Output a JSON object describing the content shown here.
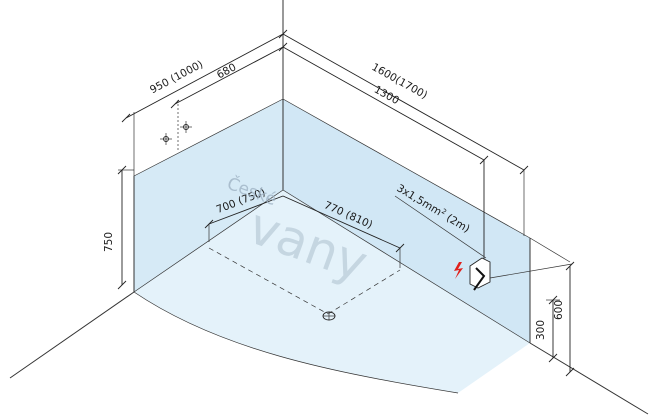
{
  "dimensions": {
    "left_wall_total": "950 (1000)",
    "left_wall_inner": "680",
    "right_wall_total": "1600(1700)",
    "right_wall_inner": "1300",
    "tub_left_edge": "700 (750)",
    "tub_right_edge": "770 (810)",
    "wall_height": "750",
    "socket_height_low": "300",
    "socket_height_high": "600",
    "cable_spec": "3x1,5mm",
    "cable_spec_sup": "2",
    "cable_spec_note": " (2m)"
  },
  "watermark": {
    "line1": "České",
    "line2": "vany"
  },
  "colors": {
    "wall_fill": "#d6eaf6",
    "floor_fill": "#e4f2fa",
    "line": "#222222",
    "electric_symbol": "#e0201b"
  },
  "icons": {
    "electric": "lightning-bolt-icon",
    "drain": "drain-icon",
    "water_inlet": "water-inlet-icon",
    "socket": "socket-box-icon"
  }
}
